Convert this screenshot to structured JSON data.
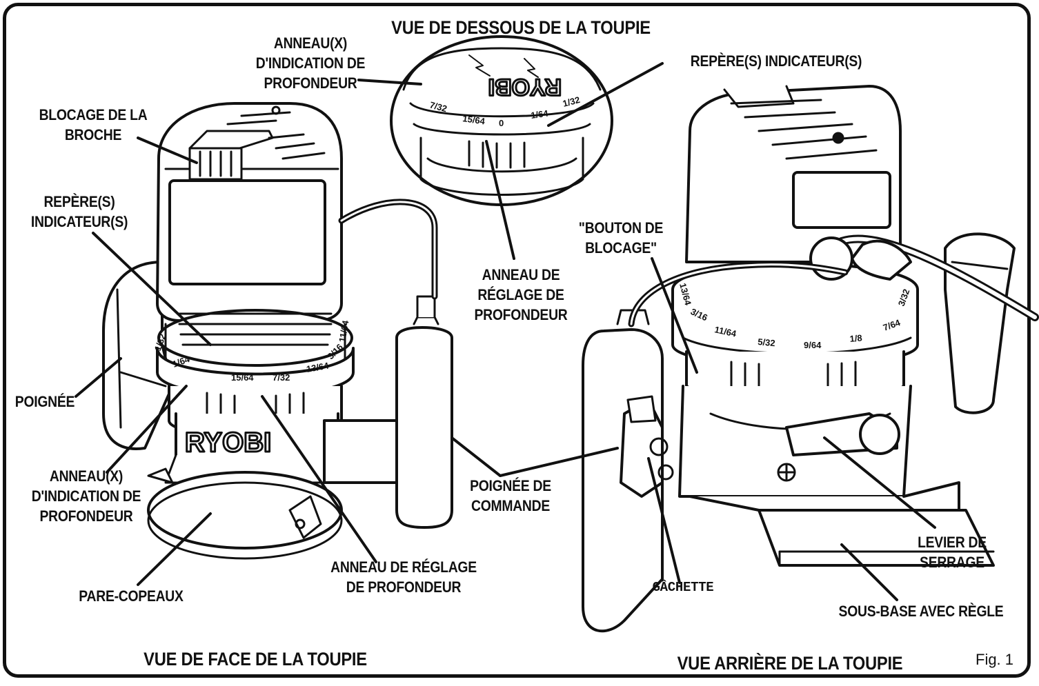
{
  "titles": {
    "bottom_view": "VUE DE DESSOUS DE LA TOUPIE",
    "front_view": "VUE DE FACE DE LA TOUPIE",
    "rear_view": "VUE ARRIÈRE DE LA TOUPIE",
    "figure": "Fig. 1"
  },
  "labels": {
    "depth_rings_top": "ANNEAU(X)\nD'INDICATION DE\nPROFONDEUR",
    "indicator_marks_top": "REPÈRE(S) INDICATEUR(S)",
    "spindle_lock": "BLOCAGE DE LA\nBROCHE",
    "indicator_marks_left": "REPÈRE(S)\nINDICATEUR(S)",
    "depth_adjust_ring_center": "ANNEAU DE\nRÉGLAGE DE\nPROFONDEUR",
    "lock_button": "\"BOUTON DE\nBLOCAGE\"",
    "handle": "POIGNÉE",
    "depth_rings_left": "ANNEAU(X)\nD'INDICATION DE\nPROFONDEUR",
    "control_handle": "POIGNÉE DE\nCOMMANDE",
    "depth_adjust_ring_bottom": "ANNEAU DE RÉGLAGE\nDE PROFONDEUR",
    "clamp_lever": "LEVIER DE\nSERRAGE",
    "trigger": "GÂCHETTE",
    "chip_shield": "PARE-COPEAUX",
    "sub_base": "SOUS-BASE AVEC RÈGLE"
  },
  "scale_marks": {
    "front": [
      "1/32",
      "1/64",
      "15/64",
      "7/32",
      "13/64",
      "3/16",
      "11/64"
    ],
    "bottom": [
      "7/32",
      "15/64",
      "0",
      "1/64",
      "1/32"
    ],
    "rear": [
      "13/64",
      "3/16",
      "11/64",
      "5/32",
      "9/64",
      "1/8",
      "7/64",
      "3/32"
    ]
  },
  "brand": "RYOBI"
}
